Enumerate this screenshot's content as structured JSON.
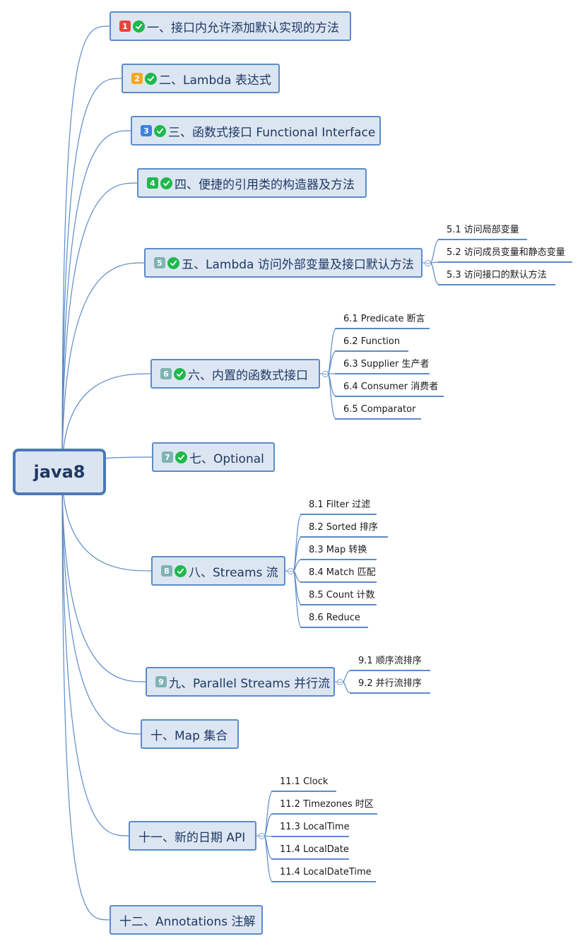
{
  "root": {
    "label": "java8"
  },
  "colors": {
    "line": "#5b8bc9",
    "topic_fill": "#dce6f2",
    "check": "#1fb84c"
  },
  "topics": [
    {
      "badge": "1",
      "badge_color": "#e8453c",
      "checked": true,
      "label": "一、接口内允许添加默认实现的方法",
      "children": []
    },
    {
      "badge": "2",
      "badge_color": "#f5a623",
      "checked": true,
      "label": "二、Lambda 表达式",
      "children": []
    },
    {
      "badge": "3",
      "badge_color": "#3b82e0",
      "checked": true,
      "label": "三、函数式接口 Functional Interface",
      "children": []
    },
    {
      "badge": "4",
      "badge_color": "#1fb84c",
      "checked": true,
      "label": "四、便捷的引用类的构造器及方法",
      "children": []
    },
    {
      "badge": "5",
      "badge_color": "#7fb3b3",
      "checked": true,
      "label": "五、Lambda 访问外部变量及接口默认方法",
      "children": [
        "5.1 访问局部变量",
        "5.2 访问成员变量和静态变量",
        "5.3 访问接口的默认方法"
      ]
    },
    {
      "badge": "6",
      "badge_color": "#7fb3b3",
      "checked": true,
      "label": "六、内置的函数式接口",
      "children": [
        "6.1 Predicate 断言",
        "6.2 Function",
        "6.3 Supplier 生产者",
        "6.4 Consumer 消费者",
        "6.5 Comparator"
      ]
    },
    {
      "badge": "7",
      "badge_color": "#7fb3b3",
      "checked": true,
      "label": "七、Optional",
      "children": []
    },
    {
      "badge": "8",
      "badge_color": "#7fb3b3",
      "checked": true,
      "label": "八、Streams 流",
      "children": [
        "8.1 Filter 过滤",
        "8.2 Sorted 排序",
        "8.3 Map 转换",
        "8.4 Match 匹配",
        "8.5 Count 计数",
        "8.6 Reduce"
      ]
    },
    {
      "badge": "9",
      "badge_color": "#7fb3b3",
      "checked": false,
      "label": "九、Parallel Streams 并行流",
      "children": [
        "9.1 顺序流排序",
        "9.2 并行流排序"
      ]
    },
    {
      "badge": "",
      "badge_color": "",
      "checked": false,
      "label": "十、Map 集合",
      "children": []
    },
    {
      "badge": "",
      "badge_color": "",
      "checked": false,
      "label": "十一、新的日期 API",
      "children": [
        "11.1 Clock",
        "11.2 Timezones 时区",
        "11.3 LocalTime",
        "11.4 LocalDate",
        "11.4 LocalDateTime"
      ]
    },
    {
      "badge": "",
      "badge_color": "",
      "checked": false,
      "label": "十二、Annotations 注解",
      "children": []
    }
  ]
}
